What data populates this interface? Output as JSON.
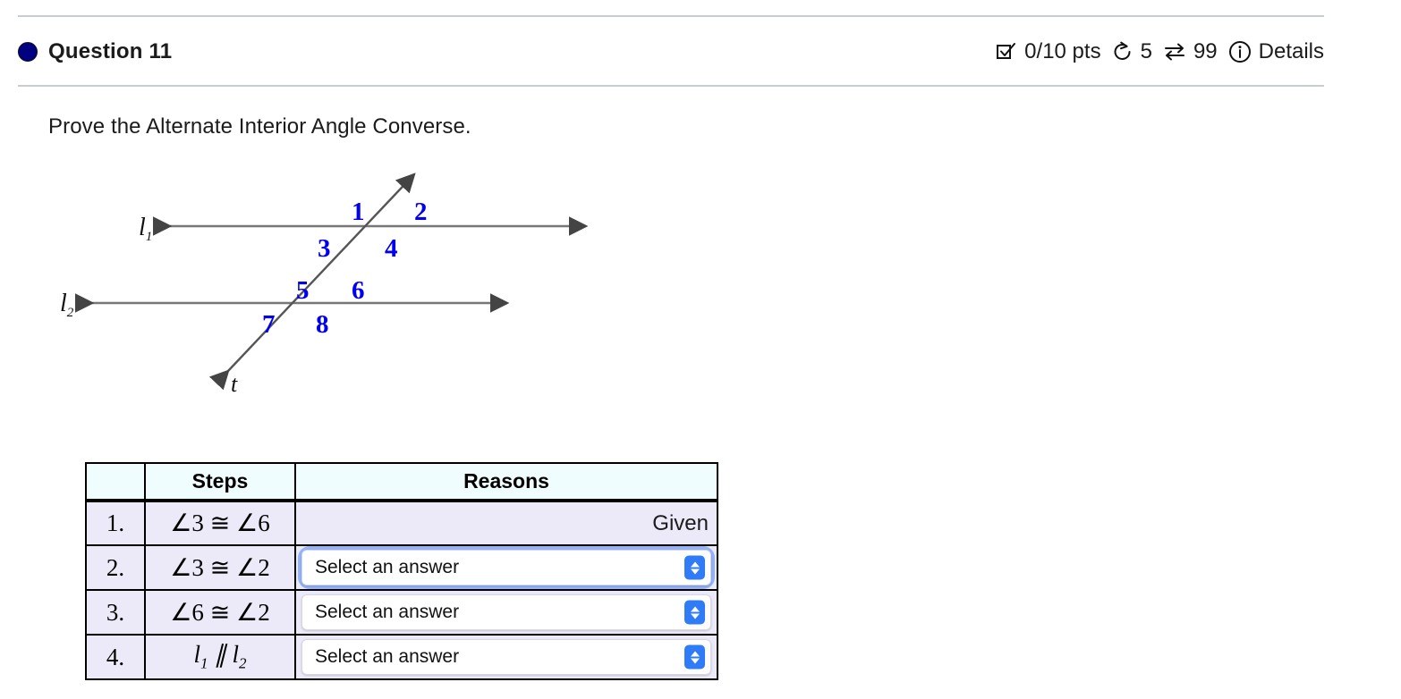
{
  "header": {
    "status_icon": "filled-circle-icon",
    "title": "Question 11",
    "meta": {
      "score_icon": "checkbox-checked-icon",
      "score": "0/10 pts",
      "attempts_icon": "rotate-left-icon",
      "attempts": "5",
      "exchange_icon": "swap-arrows-icon",
      "exchange_count": "99",
      "details_icon": "info-circle-icon",
      "details_label": "Details"
    }
  },
  "prompt": "Prove the Alternate Interior Angle Converse.",
  "figure": {
    "line1_label": "l",
    "line1_sub": "1",
    "line2_label": "l",
    "line2_sub": "2",
    "transversal_label": "t",
    "angle_labels": [
      "1",
      "2",
      "3",
      "4",
      "5",
      "6",
      "7",
      "8"
    ],
    "angle_color": "#0000ee",
    "line_color": "#555555"
  },
  "table": {
    "columns": [
      "",
      "Steps",
      "Reasons"
    ],
    "rows": [
      {
        "num": "1.",
        "step": "∠3 ≅ ∠6",
        "reason_type": "text",
        "reason": "Given",
        "focused": false
      },
      {
        "num": "2.",
        "step": "∠3 ≅ ∠2",
        "reason_type": "select",
        "reason": "Select an answer",
        "focused": true
      },
      {
        "num": "3.",
        "step": "∠6 ≅ ∠2",
        "reason_type": "select",
        "reason": "Select an answer",
        "focused": false
      },
      {
        "num": "4.",
        "step": "l1 ∥ l2",
        "reason_type": "select",
        "reason": "Select an answer",
        "focused": false
      }
    ],
    "header_bg": "#f0fdfe",
    "row_bg": "#eceaf8",
    "select_accent": "#2f7cf6",
    "focus_ring": "#93b4fb"
  }
}
